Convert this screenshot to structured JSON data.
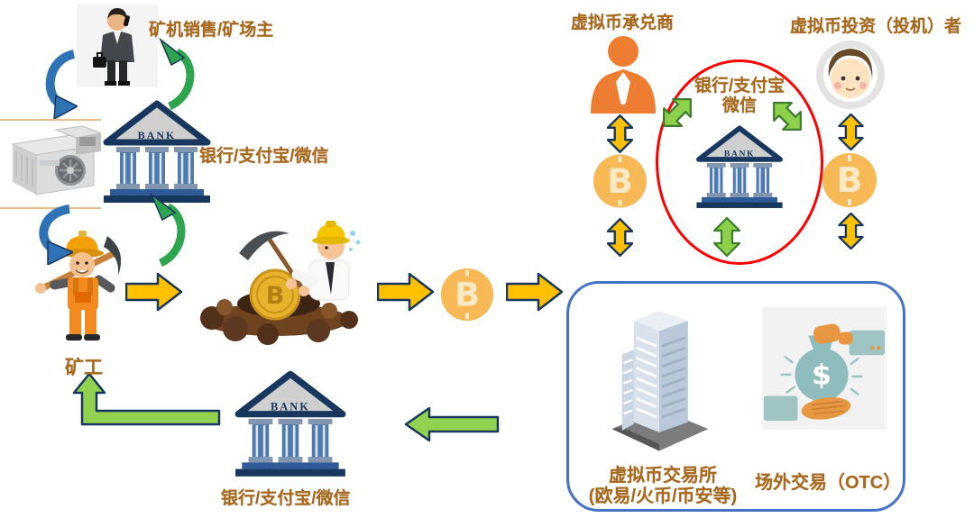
{
  "labels": {
    "miner_seller": "矿机销售/矿场主",
    "bank_top": "银行/支付宝/微信",
    "miner": "矿工",
    "bank_bottom": "银行/支付宝/微信",
    "acceptor": "虚拟币承兑商",
    "investor": "虚拟币投资（投机）者",
    "hub_line1": "银行/支付宝",
    "hub_line2": "微信",
    "exchange_line1": "虚拟币交易所",
    "exchange_line2": "(欧易/火币/币安等)",
    "otc": "场外交易（OTC）"
  },
  "bank_sign": "BANK",
  "coin_letter": "B",
  "otc_dollar": "$",
  "colors": {
    "label_brown": "#A5681C",
    "arrow_yellow": "#FFC000",
    "arrow_green_light": "#92D050",
    "arrow_outline_navy": "#17375E",
    "curve_blue": "#2E74B5",
    "curve_green": "#2EA44F",
    "coin_fill": "#F7B955",
    "person_orange": "#ED7D31",
    "ellipse_border": "#FE0000",
    "exchange_box_border": "#4472C4"
  }
}
